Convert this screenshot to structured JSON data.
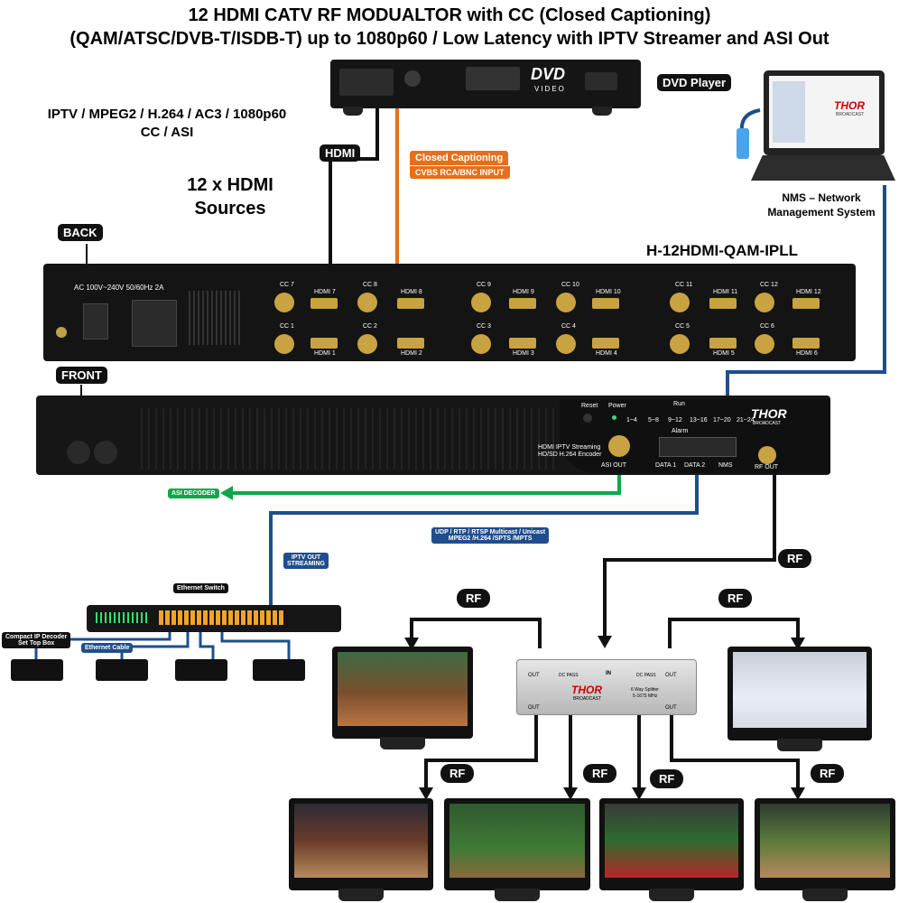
{
  "title": {
    "line1": "12 HDMI CATV RF MODUALTOR with CC (Closed Captioning)",
    "line2": "(QAM/ATSC/DVB-T/ISDB-T) up to 1080p60 / Low Latency  with  IPTV Streamer and ASI Out"
  },
  "features": {
    "line1": "IPTV / MPEG2 / H.264 / AC3 / 1080p60",
    "line2": "CC / ASI"
  },
  "sources": {
    "line1": "12 x HDMI",
    "line2": "Sources"
  },
  "tags": {
    "dvd_player": "DVD Player",
    "hdmi": "HDMI",
    "closed_captioning": "Closed Captioning",
    "cc_input": "CVBS RCA/BNC INPUT",
    "back": "BACK",
    "front": "FRONT",
    "model": "H-12HDMI-QAM-IPLL",
    "nms_line1": "NMS – Network",
    "nms_line2": "Management System",
    "asi_decoder": "ASI DECODER",
    "udp_line1": "UDP / RTP / RTSP Multicast / Unicast",
    "udp_line2": "MPEG2 /H.264 /SPTS /MPTS",
    "iptv_out_line1": "IPTV OUT",
    "iptv_out_line2": "STREAMING",
    "ethernet_switch": "Ethernet Switch",
    "ethernet_cable": "Ethernet Cable",
    "stb_line1": "Compact IP Decoder",
    "stb_line2": "Set Top Box",
    "rf": "RF"
  },
  "dvd": {
    "logo": "DVD",
    "sub": "VIDEO"
  },
  "back_panel": {
    "power_label": "AC 100V~240V 50/60Hz 2A",
    "top_row": [
      "CC 7",
      "HDMI 7",
      "CC 8",
      "HDMI 8",
      "CC 9",
      "HDMI 9",
      "CC 10",
      "HDMI 10",
      "CC 11",
      "HDMI 11",
      "CC 12",
      "HDMI 12"
    ],
    "bottom_row": [
      "CC 1",
      "HDMI 1",
      "CC 2",
      "HDMI 2",
      "CC 3",
      "HDMI 3",
      "CC 4",
      "HDMI 4",
      "CC 5",
      "HDMI 5",
      "CC 6",
      "HDMI 6"
    ]
  },
  "front_panel": {
    "reset": "Reset",
    "power": "Power",
    "run": "Run",
    "alarm": "Alarm",
    "channels": [
      "1~4",
      "5~8",
      "9~12",
      "13~16",
      "17~20",
      "21~24"
    ],
    "encoder_line1": "HDMI IPTV Streaming",
    "encoder_line2": "HD/SD H.264 Encoder",
    "asi_out": "ASI OUT",
    "data1": "DATA 1",
    "data2": "DATA 2",
    "nms": "NMS",
    "rf_out": "RF OUT",
    "brand": "THOR",
    "brand_sub": "BROADCAST"
  },
  "splitter": {
    "in": "IN",
    "out": "OUT",
    "dc_pass": "DC PASS",
    "brand": "THOR",
    "brand_sub": "BROADCAST",
    "desc_line1": "6 Way Splitter",
    "desc_line2": "5-1675 MHz"
  },
  "laptop": {
    "brand": "THOR",
    "brand_sub": "BROADCAST"
  },
  "colors": {
    "hdmi_cable": "#111111",
    "cc_cable": "#e5701c",
    "ip_cable": "#1f4e8c",
    "asi_cable": "#10a64a",
    "rf_cable": "#111111"
  }
}
